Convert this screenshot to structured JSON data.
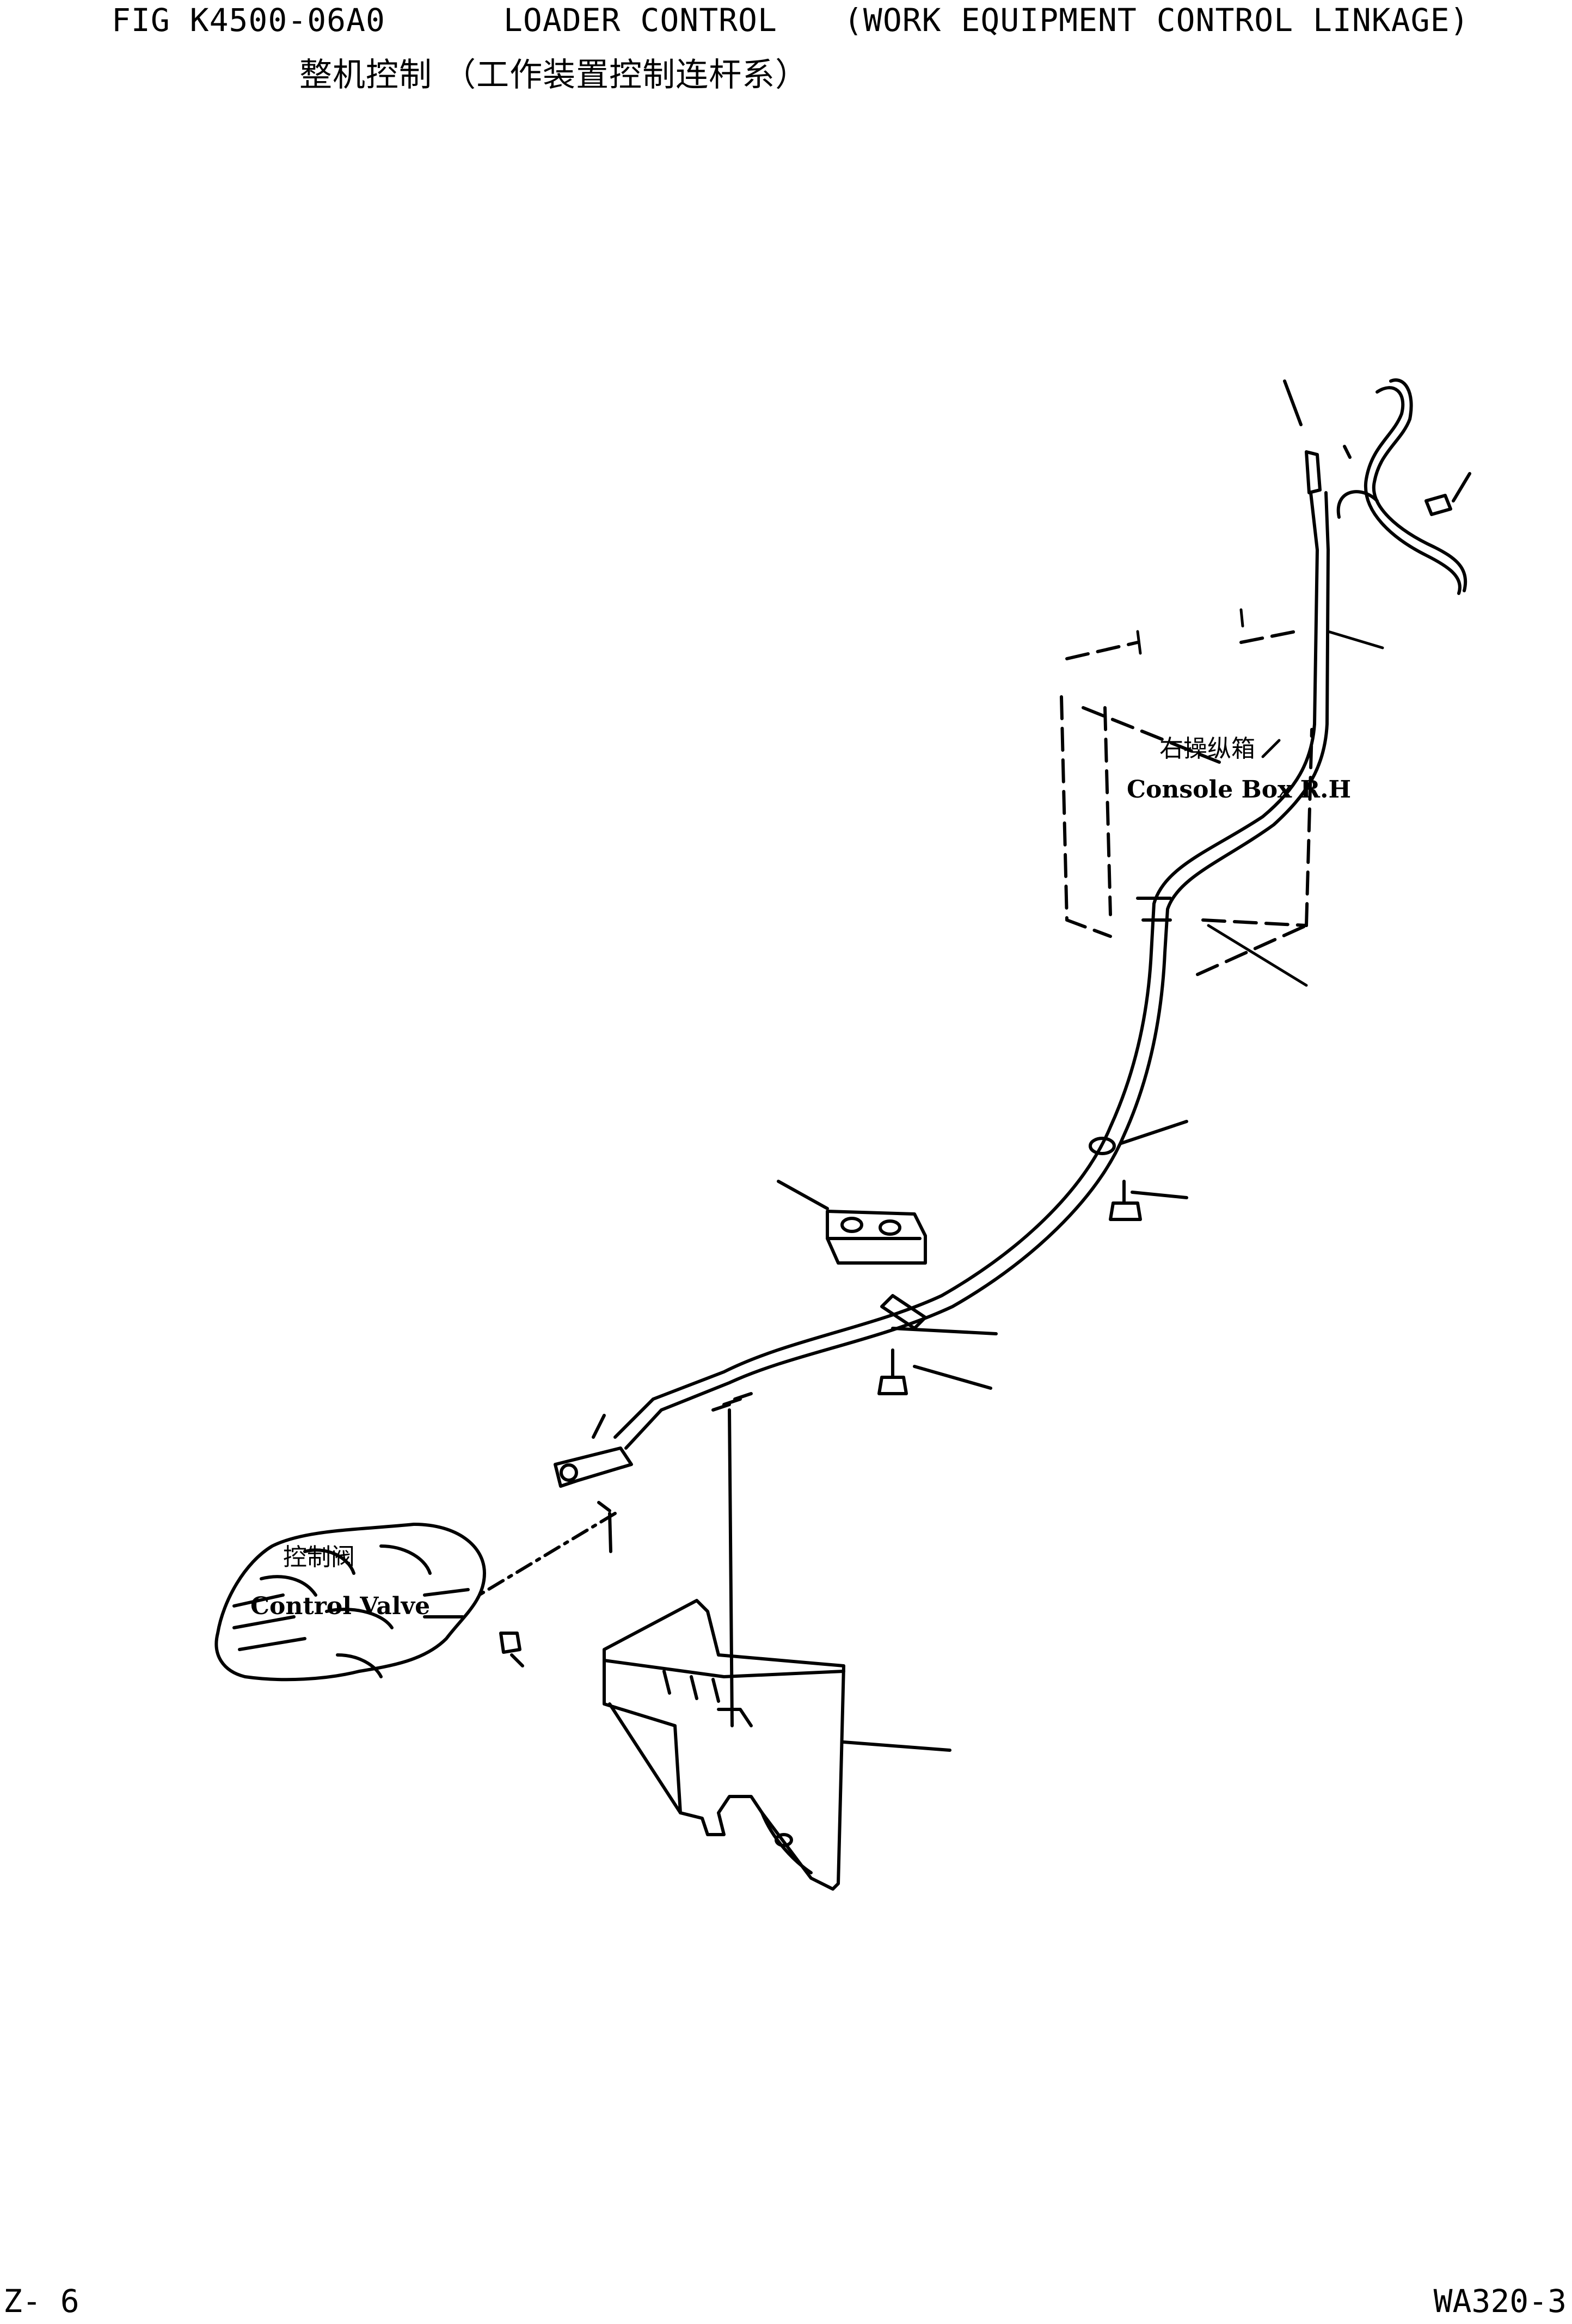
{
  "header": {
    "fig_id": "FIG K4500-06A0",
    "title_en": "LOADER CONTROL",
    "subtitle_en": "(WORK EQUIPMENT CONTROL LINKAGE)",
    "title_cn": "整机控制 （工作装置控制连杆系）"
  },
  "labels": {
    "console_box_cn": "右操纵箱",
    "console_box_en": "Console Box R.H",
    "control_valve_cn": "控制阀",
    "control_valve_en": "Control Valve"
  },
  "footer": {
    "page": "Z- 6",
    "model": "WA320-3"
  }
}
